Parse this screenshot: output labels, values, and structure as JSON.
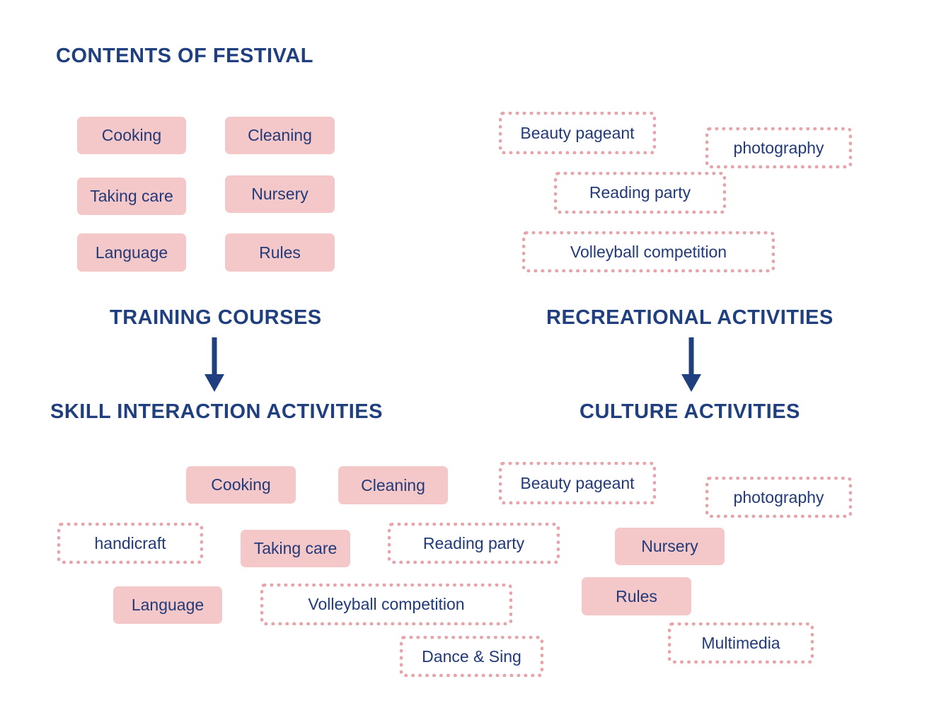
{
  "title": "CONTENTS OF FESTIVAL",
  "headings": {
    "training": "TRAINING COURSES",
    "recreational": "RECREATIONAL  ACTIVITIES",
    "skill": "SKILL INTERACTION  ACTIVITIES",
    "culture": "CULTURE ACTIVITIES"
  },
  "colors": {
    "heading": "#1f3f7e",
    "text": "#233a78",
    "solid_fill": "#f4c7c9",
    "dotted_border": "#e5a5aa"
  },
  "training_courses": [
    "Cooking",
    "Cleaning",
    "Taking care",
    "Nursery",
    "Language",
    "Rules"
  ],
  "recreational_activities": [
    "Beauty pageant",
    "photography",
    "Reading party",
    "Volleyball competition"
  ],
  "skill_interaction": {
    "courses": [
      "Cooking",
      "Cleaning",
      "Taking care",
      "Language"
    ],
    "activities": [
      "handicraft",
      "Reading party",
      "Volleyball competition",
      "Dance & Sing"
    ]
  },
  "culture": {
    "activities": [
      "Beauty pageant",
      "photography",
      "Multimedia"
    ],
    "courses": [
      "Nursery",
      "Rules"
    ]
  }
}
